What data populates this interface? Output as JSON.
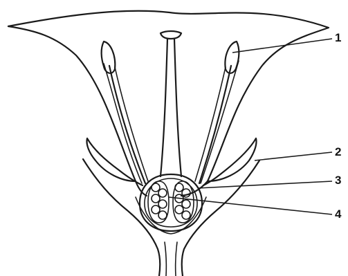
{
  "labels": [
    {
      "id": "label-1",
      "text": "1"
    },
    {
      "id": "label-2",
      "text": "2"
    },
    {
      "id": "label-3",
      "text": "3"
    },
    {
      "id": "label-4",
      "text": "4"
    }
  ]
}
